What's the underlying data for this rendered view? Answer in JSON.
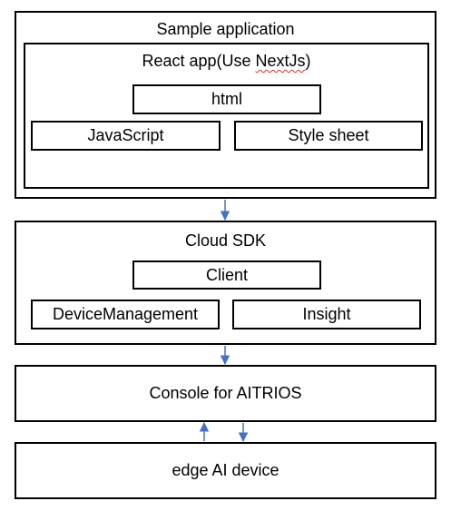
{
  "diagram": {
    "sample_app": {
      "title": "Sample application",
      "react_app": {
        "title_prefix": "React app(Use ",
        "title_highlight": "NextJs",
        "title_suffix": ")",
        "html": "html",
        "javascript": "JavaScript",
        "stylesheet": "Style sheet"
      }
    },
    "cloud_sdk": {
      "title": "Cloud SDK",
      "client": "Client",
      "device_management": "DeviceManagement",
      "insight": "Insight"
    },
    "console": {
      "title": "Console for AITRIOS"
    },
    "edge_device": {
      "title": "edge AI device"
    },
    "arrow_color": "#4472c4"
  }
}
